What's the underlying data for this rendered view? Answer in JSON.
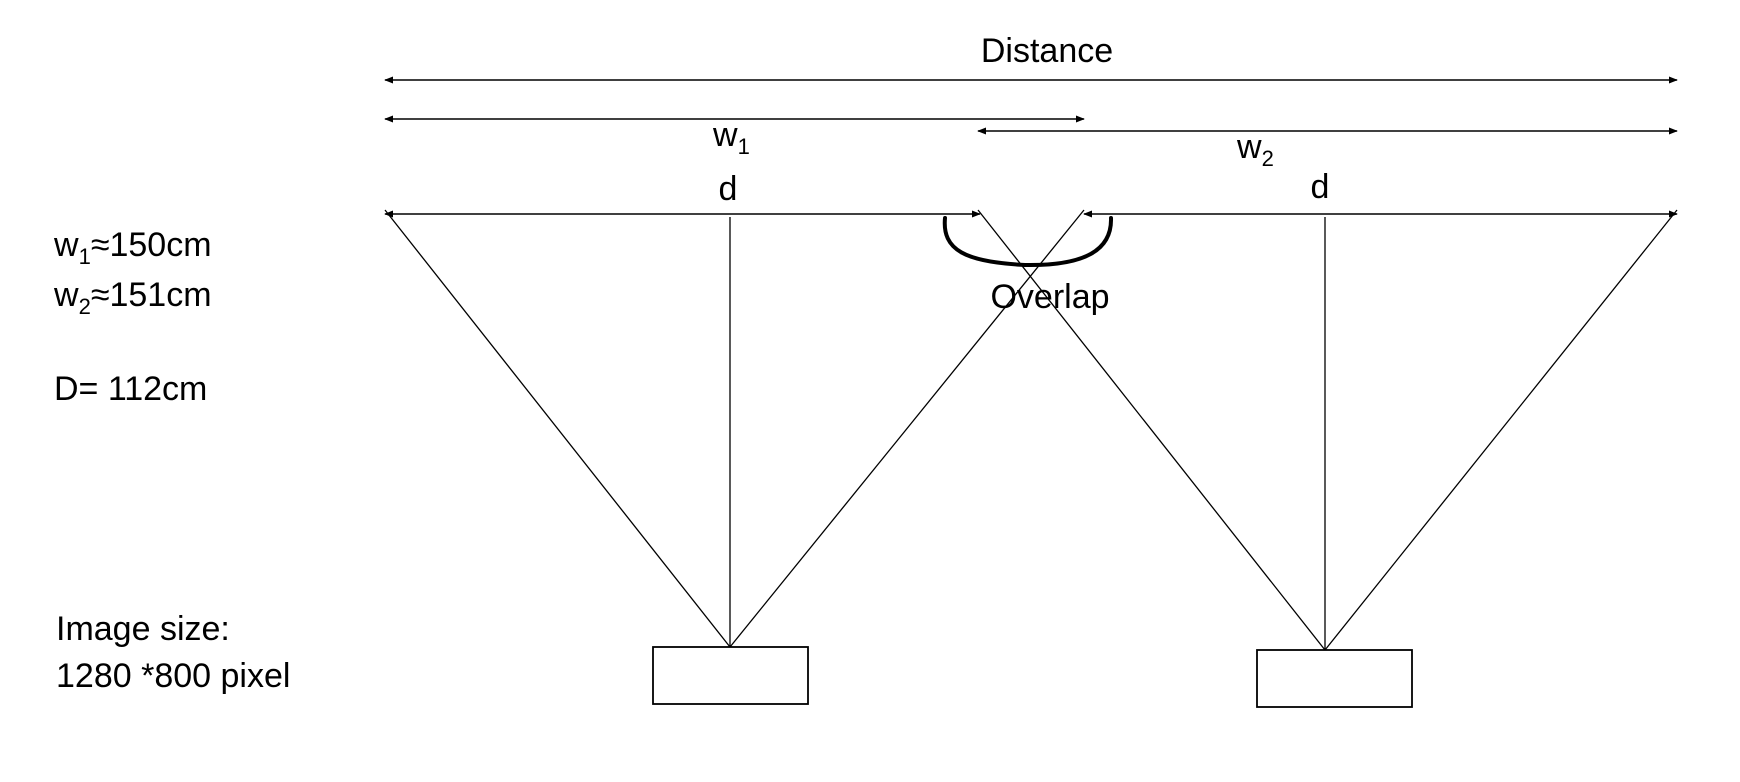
{
  "labels": {
    "distance": "Distance",
    "w1_main": "w",
    "w1_sub": "1",
    "w2_main": "w",
    "w2_sub": "2",
    "d_left": "d",
    "d_right": "d",
    "overlap": "Overlap"
  },
  "side_notes": {
    "w1_main": "w",
    "w1_sub": "1",
    "w1_value": "≈150cm",
    "w2_main": "w",
    "w2_sub": "2",
    "w2_value": "≈151cm",
    "d_text": "D= 112cm",
    "image_size_label": "Image size:",
    "image_size_value": "1280 *800 pixel"
  },
  "colors": {
    "stroke": "#000000",
    "background": "#ffffff"
  }
}
